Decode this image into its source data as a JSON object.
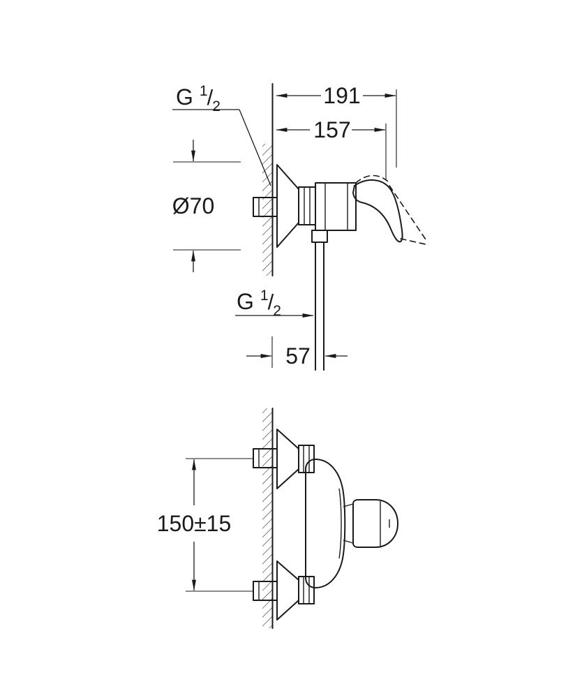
{
  "drawing": {
    "type": "technical-dimension-drawing",
    "subject": "wall-mounted single-lever shower mixer",
    "line_color": "#1a1a1a",
    "background": "#ffffff",
    "views": {
      "side_view": {
        "dim_total_depth": "191",
        "dim_body_depth": "157",
        "dim_flange_diameter": "Ø70",
        "dim_outlet_offset": "57",
        "thread_top": {
          "letter": "G",
          "numerator": "1",
          "slash": "/",
          "denominator": "2"
        },
        "thread_outlet": {
          "letter": "G",
          "numerator": "1",
          "slash": "/",
          "denominator": "2"
        }
      },
      "front_view": {
        "dim_center_distance": "150±15"
      }
    }
  }
}
